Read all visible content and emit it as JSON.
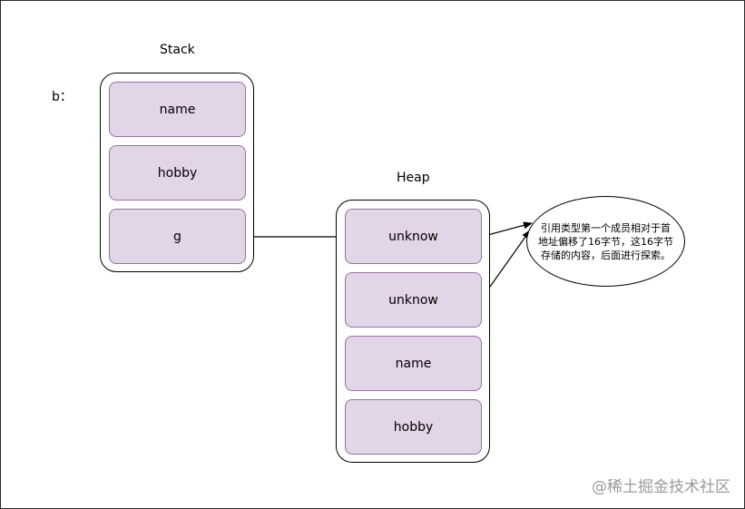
{
  "variable_label": "b：",
  "stack": {
    "title": "Stack",
    "cells": [
      "name",
      "hobby",
      "g"
    ]
  },
  "heap": {
    "title": "Heap",
    "cells": [
      "unknow",
      "unknow",
      "name",
      "hobby"
    ]
  },
  "note": "引用类型第一个成员相对于首地址偏移了16字节，这16字节存储的内容，后面进行探索。",
  "watermark": "@稀土掘金技术社区",
  "colors": {
    "cell_fill": "#e1d5e7",
    "cell_border": "#9673a6"
  }
}
